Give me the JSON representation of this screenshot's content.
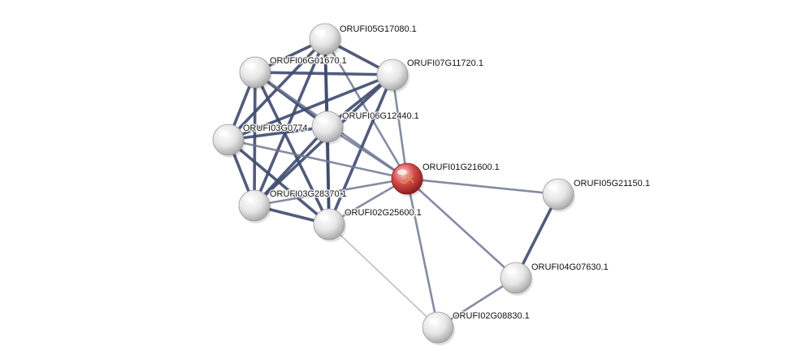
{
  "network": {
    "colors": {
      "edge_strong": "#3f4a6e",
      "edge_medium": "#6f7893",
      "edge_light": "#b3b3b3",
      "node_default": "#e8e8e8",
      "node_query": "#d23a3a"
    },
    "nodes": [
      {
        "id": "n05G17080",
        "label": "ORUFI05G17080.1"
      },
      {
        "id": "n06G01670",
        "label": "ORUFI06G01670.1"
      },
      {
        "id": "n07G11720",
        "label": "ORUFI07G11720.1"
      },
      {
        "id": "n06G12440",
        "label": "ORUFI06G12440.1"
      },
      {
        "id": "n03G0774",
        "label": "ORUFI03G0774"
      },
      {
        "id": "n01G21600",
        "label": "ORUFI01G21600.1",
        "query": true
      },
      {
        "id": "n05G21150",
        "label": "ORUFI05G21150.1"
      },
      {
        "id": "n03G28370",
        "label": "ORUFI03G28370.1"
      },
      {
        "id": "n02G25600",
        "label": "ORUFI02G25600.1"
      },
      {
        "id": "n04G07630",
        "label": "ORUFI04G07630.1"
      },
      {
        "id": "n02G08830",
        "label": "ORUFI02G08830.1"
      }
    ],
    "edges": [
      {
        "from": "n05G17080",
        "to": "n06G01670",
        "weight": "strong"
      },
      {
        "from": "n05G17080",
        "to": "n07G11720",
        "weight": "strong"
      },
      {
        "from": "n05G17080",
        "to": "n06G12440",
        "weight": "strong"
      },
      {
        "from": "n05G17080",
        "to": "n03G0774",
        "weight": "strong"
      },
      {
        "from": "n05G17080",
        "to": "n03G28370",
        "weight": "strong"
      },
      {
        "from": "n05G17080",
        "to": "n02G25600",
        "weight": "strong"
      },
      {
        "from": "n05G17080",
        "to": "n01G21600",
        "weight": "medium"
      },
      {
        "from": "n06G01670",
        "to": "n07G11720",
        "weight": "strong"
      },
      {
        "from": "n06G01670",
        "to": "n06G12440",
        "weight": "strong"
      },
      {
        "from": "n06G01670",
        "to": "n03G0774",
        "weight": "strong"
      },
      {
        "from": "n06G01670",
        "to": "n03G28370",
        "weight": "strong"
      },
      {
        "from": "n06G01670",
        "to": "n02G25600",
        "weight": "strong"
      },
      {
        "from": "n06G01670",
        "to": "n01G21600",
        "weight": "medium"
      },
      {
        "from": "n07G11720",
        "to": "n06G12440",
        "weight": "strong"
      },
      {
        "from": "n07G11720",
        "to": "n03G0774",
        "weight": "strong"
      },
      {
        "from": "n07G11720",
        "to": "n03G28370",
        "weight": "strong"
      },
      {
        "from": "n07G11720",
        "to": "n02G25600",
        "weight": "strong"
      },
      {
        "from": "n07G11720",
        "to": "n01G21600",
        "weight": "medium"
      },
      {
        "from": "n06G12440",
        "to": "n03G0774",
        "weight": "strong"
      },
      {
        "from": "n06G12440",
        "to": "n03G28370",
        "weight": "strong"
      },
      {
        "from": "n06G12440",
        "to": "n02G25600",
        "weight": "strong"
      },
      {
        "from": "n06G12440",
        "to": "n01G21600",
        "weight": "medium"
      },
      {
        "from": "n03G0774",
        "to": "n03G28370",
        "weight": "strong"
      },
      {
        "from": "n03G0774",
        "to": "n02G25600",
        "weight": "strong"
      },
      {
        "from": "n03G0774",
        "to": "n01G21600",
        "weight": "medium"
      },
      {
        "from": "n03G28370",
        "to": "n02G25600",
        "weight": "strong"
      },
      {
        "from": "n03G28370",
        "to": "n01G21600",
        "weight": "medium"
      },
      {
        "from": "n02G25600",
        "to": "n01G21600",
        "weight": "medium"
      },
      {
        "from": "n02G25600",
        "to": "n02G08830",
        "weight": "light"
      },
      {
        "from": "n01G21600",
        "to": "n05G21150",
        "weight": "medium"
      },
      {
        "from": "n01G21600",
        "to": "n04G07630",
        "weight": "medium"
      },
      {
        "from": "n01G21600",
        "to": "n02G08830",
        "weight": "medium"
      },
      {
        "from": "n05G21150",
        "to": "n04G07630",
        "weight": "strong"
      },
      {
        "from": "n04G07630",
        "to": "n02G08830",
        "weight": "medium"
      }
    ]
  }
}
